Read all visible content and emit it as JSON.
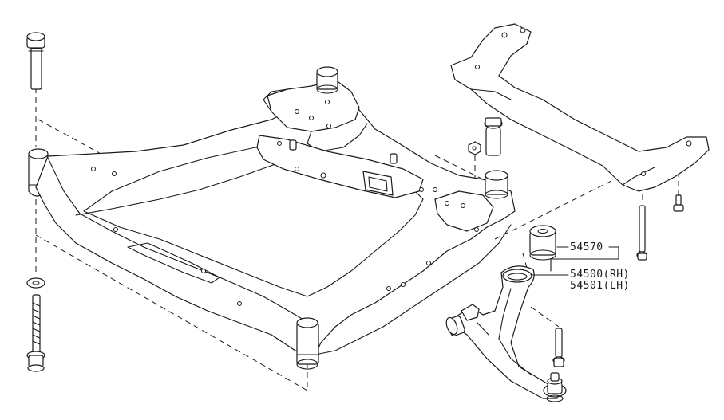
{
  "callouts": {
    "bushing": "54570",
    "arm_rh": "54500(RH)",
    "arm_lh": "54501(LH)"
  }
}
